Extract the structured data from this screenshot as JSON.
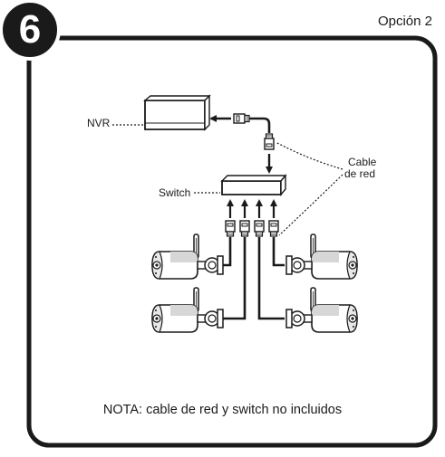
{
  "step": {
    "number": "6",
    "option_label": "Opción 2"
  },
  "labels": {
    "nvr": "NVR",
    "switch": "Switch",
    "cable_line1": "Cable",
    "cable_line2": "de red"
  },
  "note": "NOTA: cable de red y switch no incluidos",
  "colors": {
    "ink": "#1a1a1a",
    "badge": "#1a1a1a",
    "frame": "#1a1a1a",
    "background": "#ffffff"
  },
  "icons": [
    "nvr-device-icon",
    "switch-device-icon",
    "ethernet-connector-icon",
    "bullet-camera-icon",
    "arrow-icon"
  ]
}
